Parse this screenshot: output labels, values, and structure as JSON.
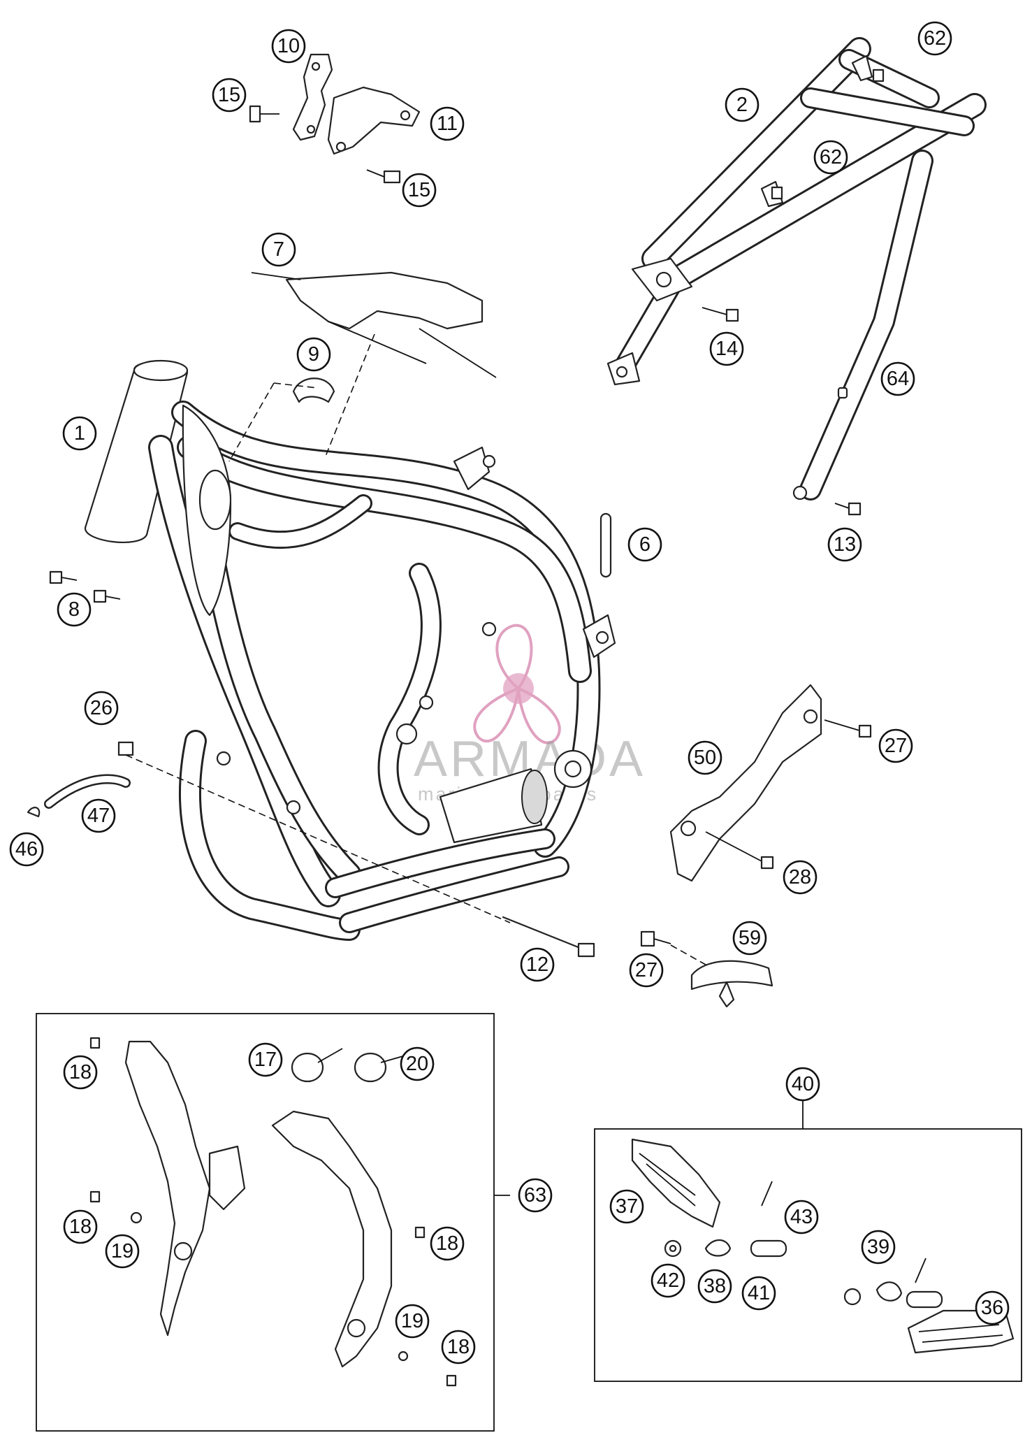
{
  "watermark": {
    "brand": "ARMADA",
    "tagline": "marine outboards",
    "logo_color": "#d98ab1",
    "text_color": "#9a9a9a"
  },
  "callouts": [
    "1",
    "2",
    "6",
    "7",
    "8",
    "9",
    "10",
    "11",
    "12",
    "13",
    "14",
    "15",
    "15",
    "17",
    "18",
    "18",
    "18",
    "18",
    "19",
    "19",
    "20",
    "26",
    "27",
    "27",
    "28",
    "36",
    "37",
    "38",
    "39",
    "40",
    "41",
    "42",
    "43",
    "46",
    "47",
    "50",
    "59",
    "62",
    "62",
    "63",
    "64"
  ],
  "part_numbers": {
    "c1": "1",
    "c2": "2",
    "c6": "6",
    "c7": "7",
    "c8": "8",
    "c9": "9",
    "c10": "10",
    "c11": "11",
    "c12": "12",
    "c13": "13",
    "c14": "14",
    "c15a": "15",
    "c15b": "15",
    "c17": "17",
    "c18a": "18",
    "c18b": "18",
    "c18c": "18",
    "c18d": "18",
    "c19a": "19",
    "c19b": "19",
    "c20": "20",
    "c26": "26",
    "c27a": "27",
    "c27b": "27",
    "c28": "28",
    "c36": "36",
    "c37": "37",
    "c38": "38",
    "c39": "39",
    "c40": "40",
    "c41": "41",
    "c42": "42",
    "c43": "43",
    "c46": "46",
    "c47": "47",
    "c50": "50",
    "c59": "59",
    "c62a": "62",
    "c62b": "62",
    "c63": "63",
    "c64": "64"
  }
}
